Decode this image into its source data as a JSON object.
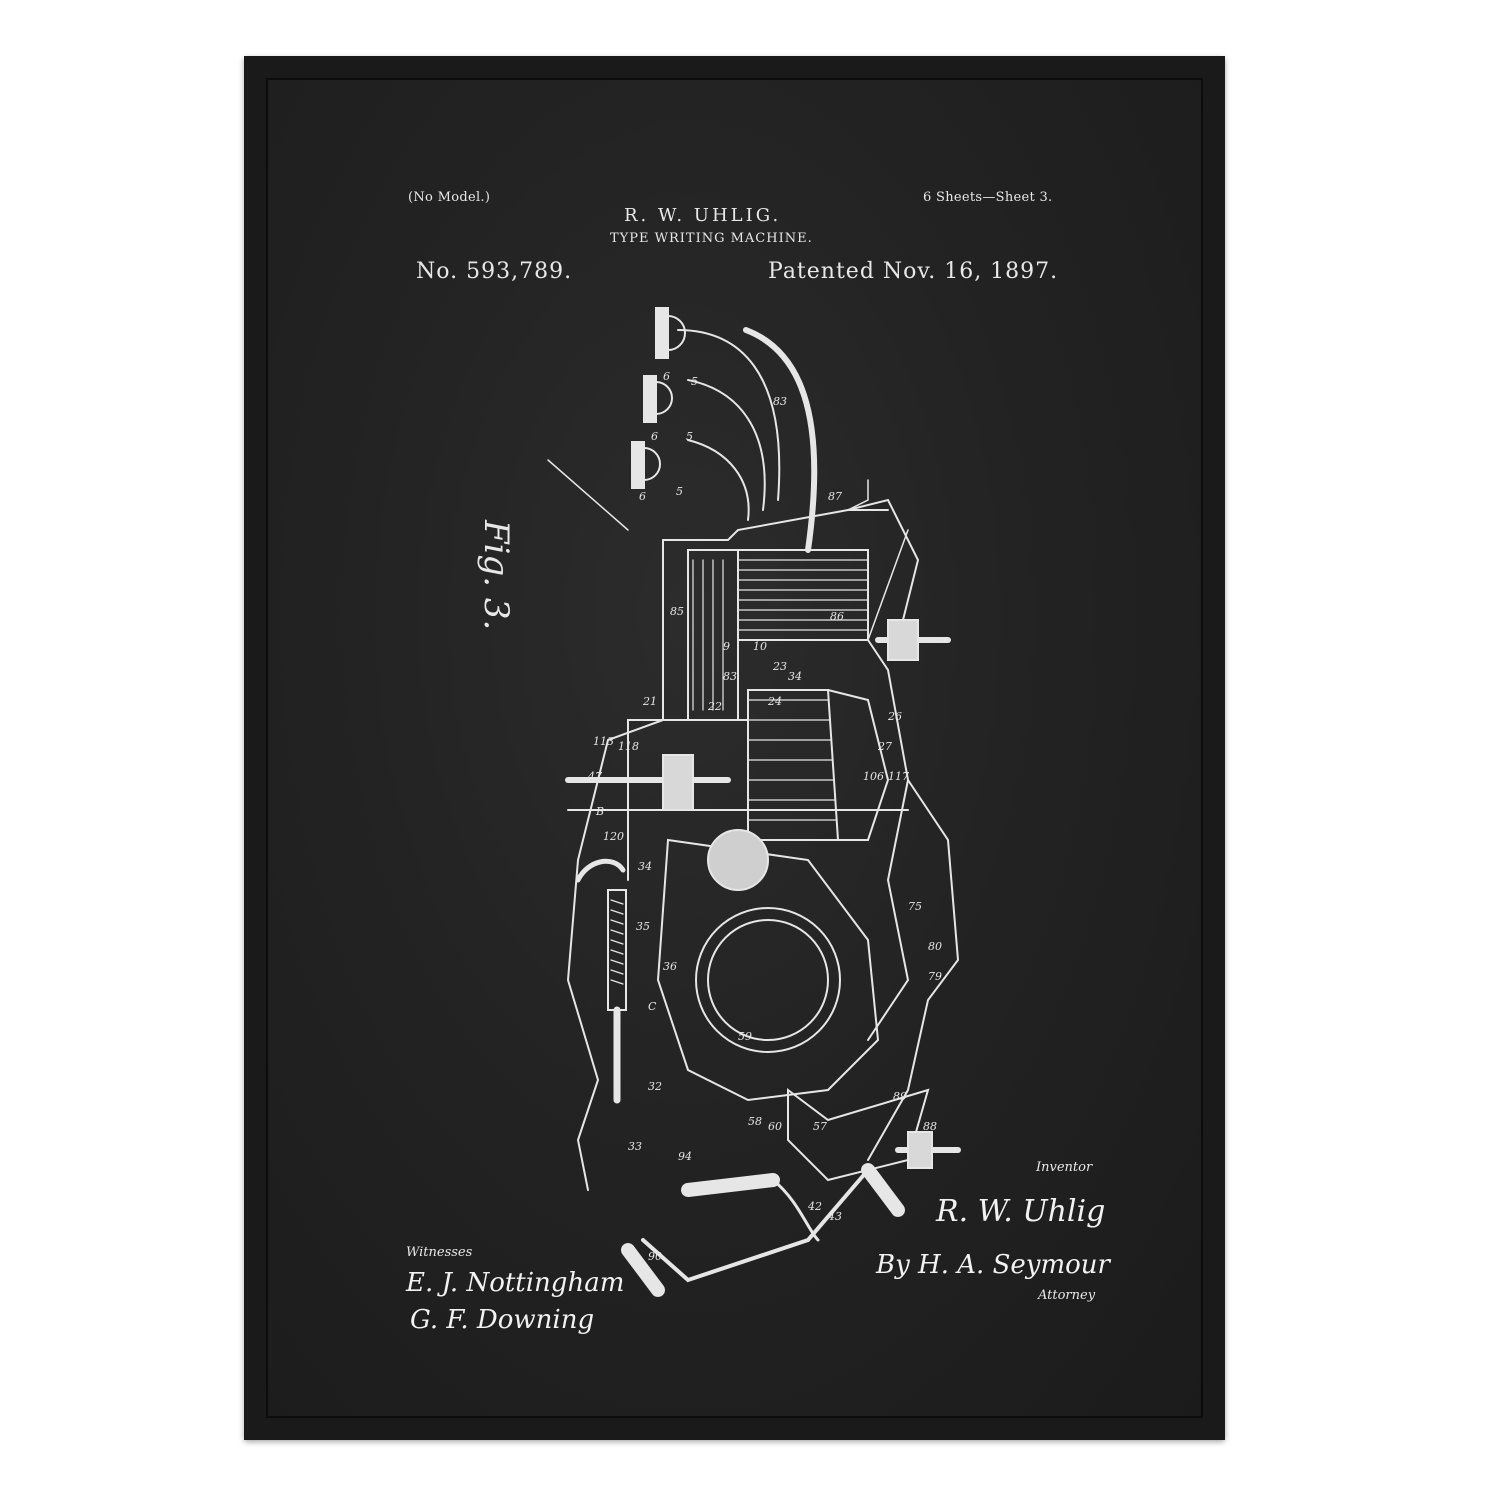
{
  "header": {
    "no_model": "(No Model.)",
    "sheets": "6 Sheets—Sheet 3.",
    "inventor_name": "R. W. UHLIG.",
    "invention_title": "TYPE WRITING MACHINE.",
    "patent_number": "No. 593,789.",
    "patent_date": "Patented Nov. 16, 1897."
  },
  "figure_label": "Fig. 3.",
  "signatures": {
    "witnesses_label": "Witnesses",
    "witness_1": "E. J. Nottingham",
    "witness_2": "G. F. Downing",
    "inventor_label": "Inventor",
    "inventor_signature": "R. W. Uhlig",
    "attorney_signature": "By H. A. Seymour",
    "attorney_label": "Attorney"
  },
  "colors": {
    "frame": "#141414",
    "board": "#232323",
    "ink": "#e8e8e8"
  }
}
